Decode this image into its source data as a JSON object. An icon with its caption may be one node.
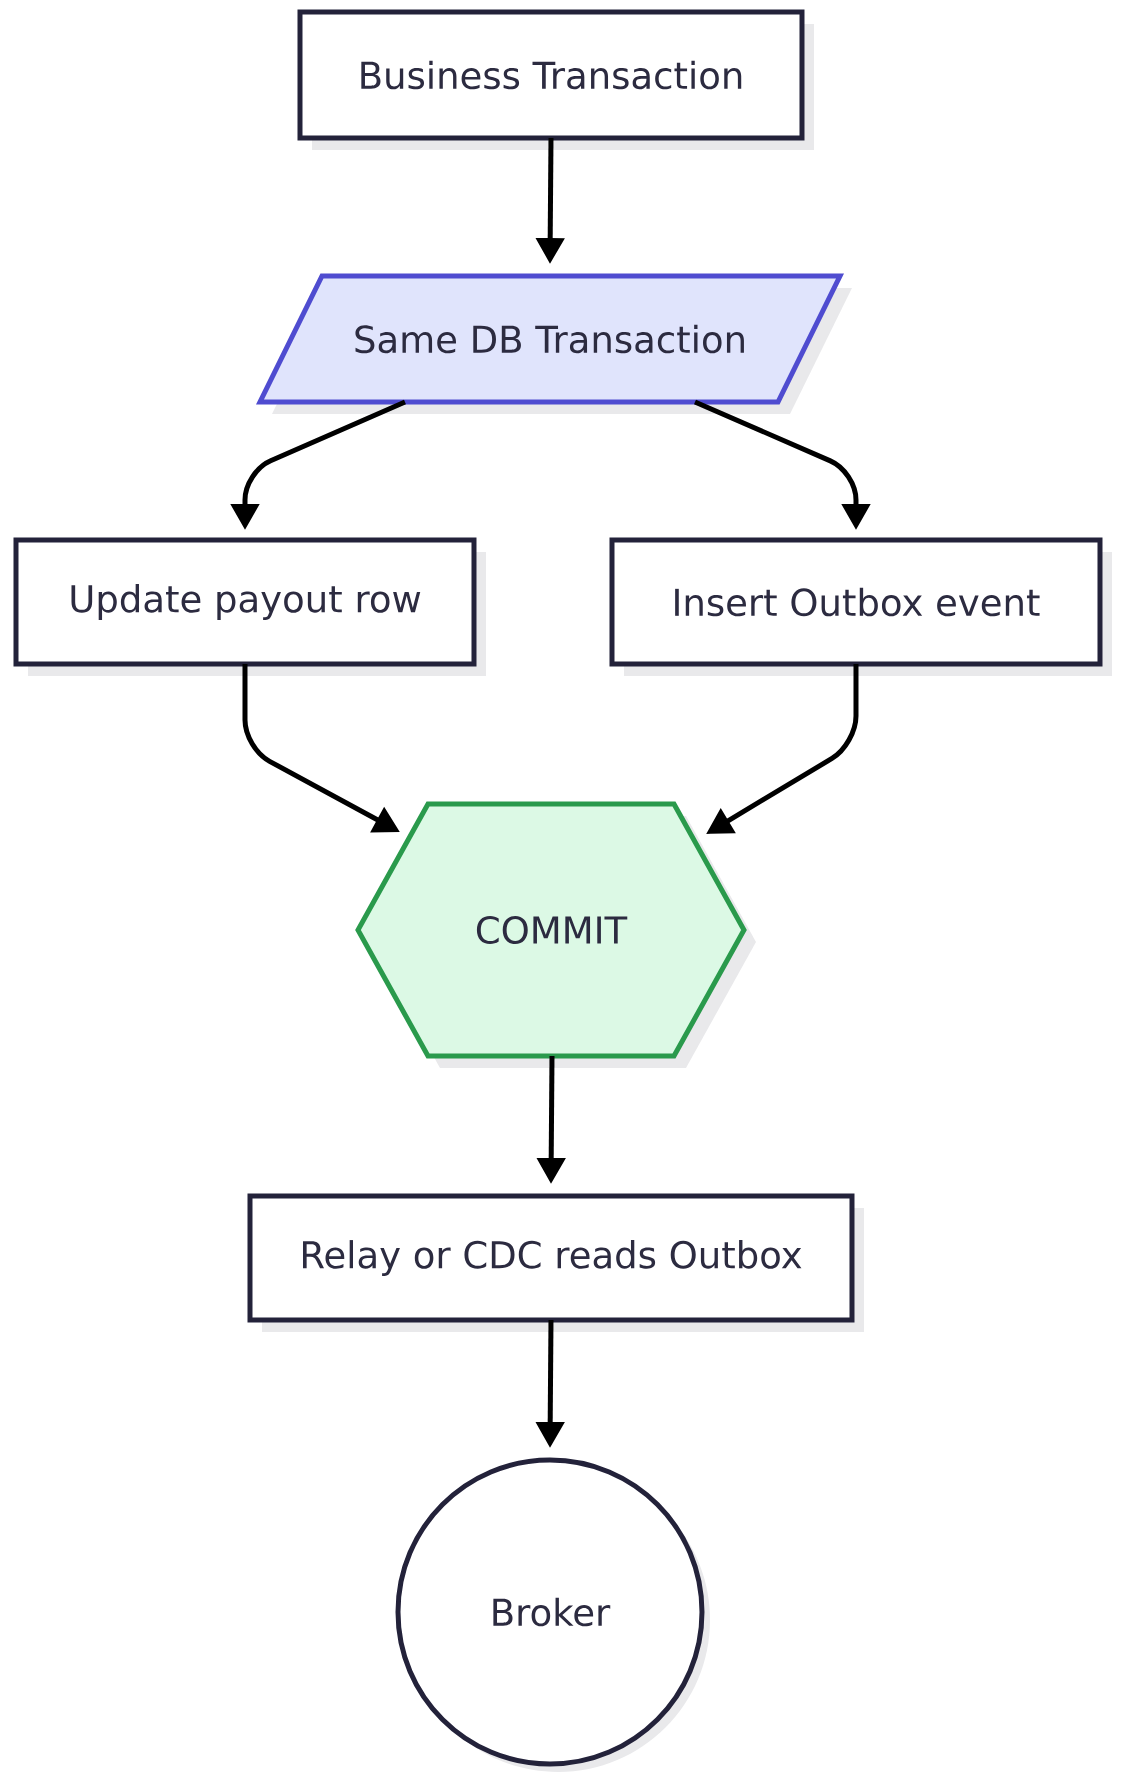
{
  "diagram": {
    "nodes": [
      {
        "text": [
          "Business Transaction"
        ]
      },
      {
        "text": [
          "Same DB Transaction"
        ]
      },
      {
        "text": [
          "Update payout row"
        ]
      },
      {
        "text": [
          "Insert Outbox event"
        ]
      },
      {
        "text": [
          "COMMIT"
        ]
      },
      {
        "text": [
          "Relay or CDC reads Outbox"
        ]
      },
      {
        "text": [
          "Broker"
        ]
      }
    ],
    "edges": [
      {
        "from": 0,
        "to": 1,
        "arrow": "to"
      },
      {
        "from": 1,
        "to": 2,
        "arrow": "to"
      },
      {
        "from": 1,
        "to": 3,
        "arrow": "to"
      },
      {
        "from": 2,
        "to": 4,
        "arrow": "to"
      },
      {
        "from": 3,
        "to": 4,
        "arrow": "to"
      },
      {
        "from": 4,
        "to": 5,
        "arrow": "to"
      },
      {
        "from": 5,
        "to": 6,
        "arrow": "to"
      }
    ]
  }
}
